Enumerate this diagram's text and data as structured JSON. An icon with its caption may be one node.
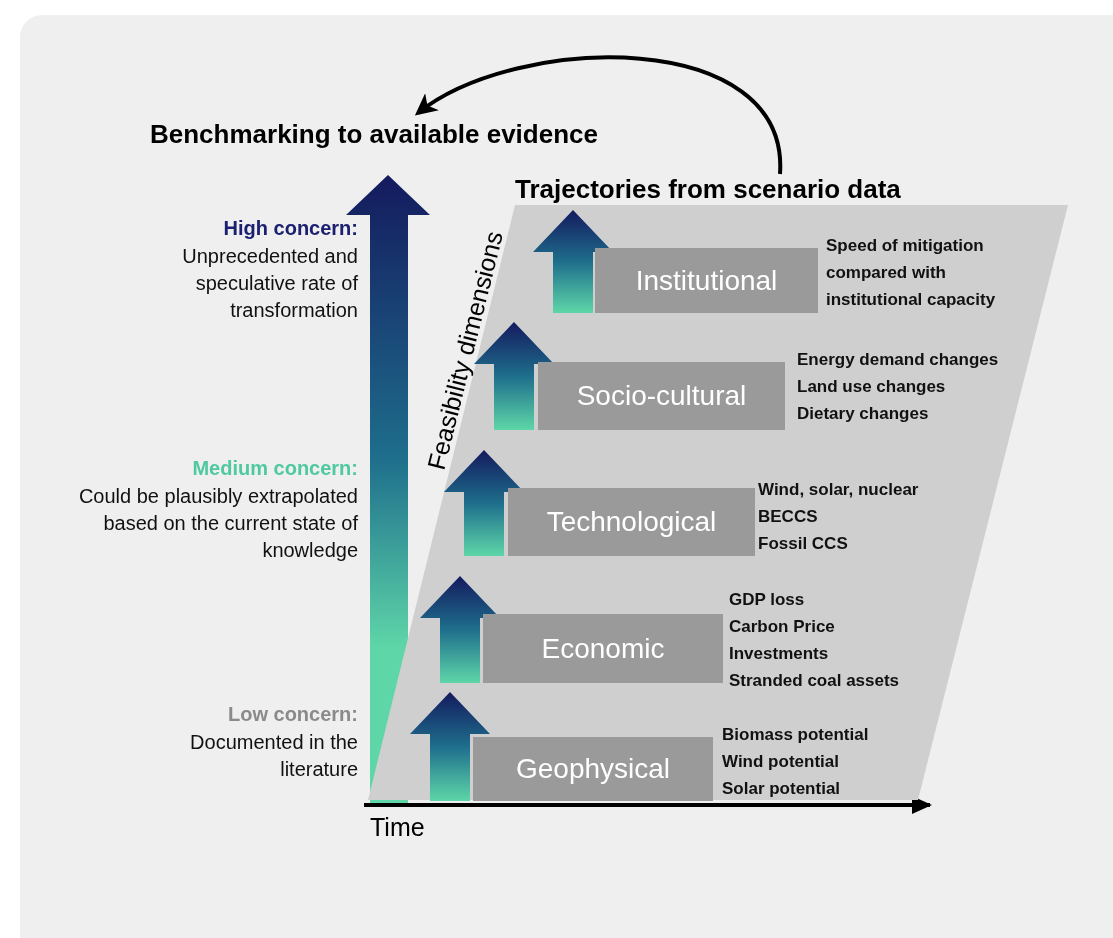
{
  "diagram": {
    "nodes": [
      {
        "text": [
          "Benchmarking to available evidence"
        ]
      },
      {
        "text": [
          "Trajectories from scenario data"
        ]
      },
      {
        "text": [
          "Institutional"
        ],
        "in": 1,
        "beside": [
          "Speed of mitigation compared with institutional capacity"
        ]
      },
      {
        "text": [
          "Socio-cultural"
        ],
        "in": 1,
        "beside": [
          "Energy demand changes",
          "Land use changes",
          "Dietary changes"
        ]
      },
      {
        "text": [
          "Technological"
        ],
        "in": 1,
        "beside": [
          "Wind, solar, nuclear",
          "BECCS",
          "Fossil CCS"
        ]
      },
      {
        "text": [
          "Economic"
        ],
        "in": 1,
        "beside": [
          "GDP loss",
          "Carbon Price",
          "Investments",
          "Stranded coal assets"
        ]
      },
      {
        "text": [
          "Geophysical"
        ],
        "in": 1,
        "beside": [
          "Biomass potential",
          "Wind potential",
          "Solar potential"
        ]
      }
    ],
    "edges": [
      {
        "from": 1,
        "to": 0,
        "arrow": "to"
      }
    ],
    "labels": [
      "High concern:",
      "Unprecedented and speculative rate of transformation",
      "Medium concern:",
      "Could be plausibly extrapolated based on the current state of knowledge",
      "Low concern:",
      "Documented in the literature",
      "Feasibility dimensions",
      "Time"
    ]
  }
}
